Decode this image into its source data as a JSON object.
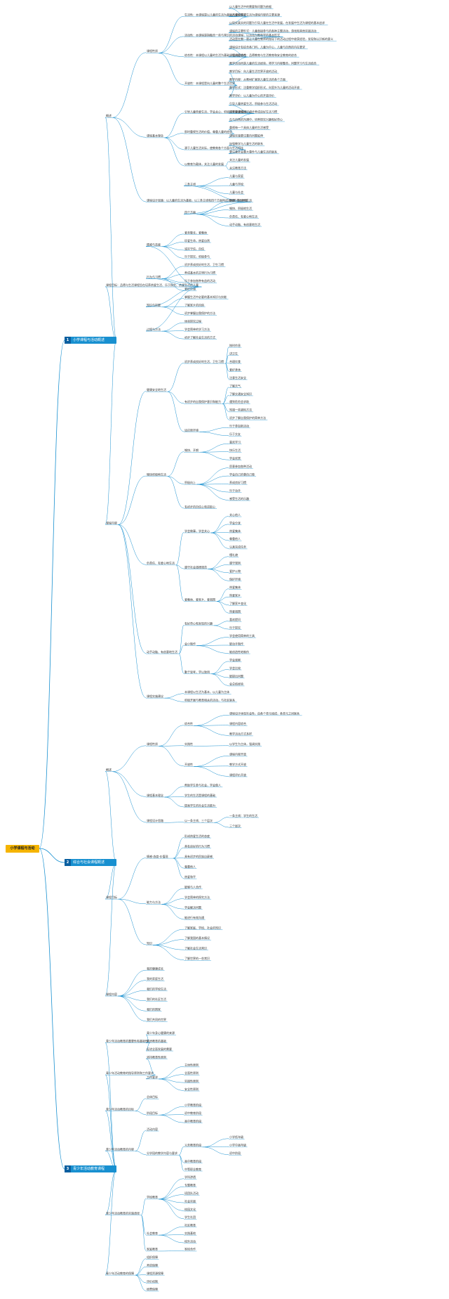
{
  "root": {
    "label": "小学课程与活动"
  },
  "branches": [
    {
      "num": "1",
      "label": "小学课程与活动概述"
    },
    {
      "num": "2",
      "label": "综合与社会课程概述"
    },
    {
      "num": "3",
      "label": "青少年活动教育课程"
    }
  ],
  "colors": {
    "root": "#f5b400",
    "branch": "#1890d0",
    "line": "#1890d0",
    "text": "#333333"
  },
  "nodes": {
    "b1": [
      [
        "概述",
        [
          [
            "课程性质",
            [
              [
                "生活性：本课程是以儿童的生活为基础的课程要求",
                [
                  [
                    "以儿童生活中的需要和问题为依据",
                    []
                  ],
                  [
                    "以儿童的现实生活为课程内容的主要来源",
                    []
                  ],
                  [
                    "以现实真实的问题为引导儿童在生活中发展，在发展中生活为课程的基本追求",
                    []
                  ]
                ]
              ],
              [
                "活动性：本课程是指融合一些与常识的活动课程，以活动为教和学的基本形式",
                [
                  [
                    "课程的主要形式：儿童直接参与的各种主题活动，游戏和其他实践活动",
                    []
                  ],
                  [
                    "活动是在教：是让儿童在教师的指导下的活动过程中收获经验，发现和认识新的意义",
                    []
                  ]
                ]
              ],
              [
                "综合性：本课程以儿童的生活为基础，强调综合性",
                [
                  [
                    "课程设计有综合各门科，儿童为中心，儿童与自然的内在要求",
                    []
                  ],
                  [
                    "课程内容综合：品德教育与生活教育和安全教育的综合",
                    []
                  ],
                  [
                    "教学活动所是儿童的生活经验，将学习内容整合，问题学习与生活结合",
                    []
                  ]
                ]
              ],
              [
                "开放性：本课程是向儿童的整个生活世界",
                [
                  [
                    "教学目标：向儿童生活世界开放的活动",
                    []
                  ],
                  [
                    "教学内容：从教材扩展到儿童生活的各个方面",
                    []
                  ],
                  [
                    "教学形式：注重教学组织形式，向室外为儿童的活动开放",
                    []
                  ],
                  [
                    "教学评价：以儿童为中心的开放评价",
                    []
                  ]
                ]
              ]
            ]
          ],
          [
            "课程基本理念",
            [
              [
                "引导儿童热爱生活，学会关心，积极探究是课程的核心",
                [
                  [
                    "引导儿童热爱生活，积极参与生活活动",
                    []
                  ],
                  [
                    "培养健康情绪，初步养成良好生活习惯",
                    []
                  ],
                  [
                    "在与自然的沟通中，培养探究兴趣和好奇心",
                    []
                  ]
                ]
              ],
              [
                "即时重视生活的价值，尊重儿童的经验",
                [
                  [
                    "重视每一个具体儿童的生活感受",
                    []
                  ],
                  [
                    "课程实施要注重向问题延伸",
                    []
                  ]
                ]
              ],
              [
                "源于儿童生活实际，使教育各个方面与生活相连",
                [
                  [
                    "加强教学与儿童生活的联系",
                    []
                  ],
                  [
                    "要注意社会重大事件与儿童生活的联系",
                    []
                  ]
                ]
              ],
              [
                "以教育为载体，关注儿童的发展",
                [
                  [
                    "关注儿童的发展",
                    []
                  ],
                  [
                    "关注教育方法",
                    []
                  ]
                ]
              ]
            ]
          ],
          [
            "课程设计思路：以儿童的生活为基础，以三条主线和四个方面构成课程的基本框架",
            [
              [
                "三条主线",
                [
                  [
                    "儿童与家庭",
                    []
                  ],
                  [
                    "儿童与学校",
                    []
                  ],
                  [
                    "儿童与社会",
                    []
                  ]
                ]
              ],
              [
                "四个方面",
                [
                  [
                    "健康、安全地生活",
                    []
                  ],
                  [
                    "愉快、积极地生活",
                    []
                  ],
                  [
                    "负责任、有爱心地生活",
                    []
                  ],
                  [
                    "动手动脑、有创意地生活",
                    []
                  ]
                ]
              ]
            ]
          ]
        ]
      ],
      [
        "课程目标：品德与生活课程旨在培养热爱生活、乐于探究、热爱生活的儿童",
        [
          [
            "情感与态度",
            [
              [
                "爱亲敬长，爱集体",
                []
              ],
              [
                "珍爱生命，热爱自然",
                []
              ],
              [
                "诚实守信，自信",
                []
              ],
              [
                "乐于探究，积极参与",
                []
              ]
            ]
          ],
          [
            "行为与习惯",
            [
              [
                "初步养成良好的生活、卫生习惯",
                []
              ],
              [
                "养成基本的文明行为习惯",
                []
              ],
              [
                "乐于参加各种有益的活动",
                []
              ],
              [
                "爱护环境",
                []
              ]
            ]
          ],
          [
            "知识与技能",
            [
              [
                "掌握生活中必要的基本知识与技能",
                []
              ],
              [
                "了解家乡的风俗",
                []
              ],
              [
                "初步掌握自我保护的方法",
                []
              ]
            ]
          ],
          [
            "过程与方法",
            [
              [
                "体验探究过程",
                []
              ],
              [
                "学会简单的学习方法",
                []
              ],
              [
                "初步了解社会生活的方式",
                []
              ]
            ]
          ]
        ]
      ],
      [
        "课程内容",
        [
          [
            "健康安全地生活",
            [
              [
                "初步养成良好的生活、卫生习惯",
                [
                  [
                    "按时作息",
                    []
                  ],
                  [
                    "讲卫生",
                    []
                  ],
                  [
                    "合理饮食",
                    []
                  ],
                  [
                    "爱护身体",
                    []
                  ],
                  [
                    "注意生活安全",
                    []
                  ]
                ]
              ],
              [
                "有初步的自我保护意识和能力",
                [
                  [
                    "了解天气",
                    []
                  ],
                  [
                    "了解交通安全知识",
                    []
                  ],
                  [
                    "遇到危险会求助",
                    []
                  ],
                  [
                    "知道一些避险方法",
                    []
                  ],
                  [
                    "初步了解自我保护的简单方法",
                    []
                  ]
                ]
              ],
              [
                "适应新环境",
                [
                  [
                    "乐于参加新活动",
                    []
                  ],
                  [
                    "乐于交友",
                    []
                  ]
                ]
              ]
            ]
          ],
          [
            "愉快积极地生活",
            [
              [
                "愉快、开朗",
                [
                  [
                    "喜欢学习",
                    []
                  ],
                  [
                    "快乐生活",
                    []
                  ],
                  [
                    "学会欣赏",
                    []
                  ]
                ]
              ],
              [
                "积极向上",
                [
                  [
                    "愿意参加各种活动",
                    []
                  ],
                  [
                    "学会自己的事自己做",
                    []
                  ],
                  [
                    "养成良好习惯",
                    []
                  ],
                  [
                    "乐于动手",
                    []
                  ],
                  [
                    "感受生活的乐趣",
                    []
                  ]
                ]
              ],
              [
                "有初步的自信心和进取心",
                []
              ]
            ]
          ],
          [
            "负责任、有爱心地生活",
            [
              [
                "学会做事，学会关心",
                [
                  [
                    "关心他人",
                    []
                  ],
                  [
                    "学会分享",
                    []
                  ],
                  [
                    "热爱集体",
                    []
                  ],
                  [
                    "尊重他人",
                    []
                  ],
                  [
                    "认真完成任务",
                    []
                  ]
                ]
              ],
              [
                "遵守社会道德规范",
                [
                  [
                    "懂礼貌",
                    []
                  ],
                  [
                    "遵守规则",
                    []
                  ],
                  [
                    "爱护公物",
                    []
                  ],
                  [
                    "保护环境",
                    []
                  ]
                ]
              ],
              [
                "爱集体、爱家乡、爱祖国",
                [
                  [
                    "热爱集体",
                    []
                  ],
                  [
                    "热爱家乡",
                    []
                  ],
                  [
                    "了解家乡变化",
                    []
                  ],
                  [
                    "热爱祖国",
                    []
                  ]
                ]
              ]
            ]
          ],
          [
            "动手动脑、有创意地生活",
            [
              [
                "有好奇心和发现的兴趣",
                [
                  [
                    "喜欢提问",
                    []
                  ],
                  [
                    "乐于探究",
                    []
                  ]
                ]
              ],
              [
                "会小制作",
                [
                  [
                    "学会使用简单的工具",
                    []
                  ],
                  [
                    "能动手制作",
                    []
                  ],
                  [
                    "能创造性地制作",
                    []
                  ]
                ]
              ],
              [
                "勤于思考，学以致用",
                [
                  [
                    "学会观察",
                    []
                  ],
                  [
                    "学会比较",
                    []
                  ],
                  [
                    "能提出问题",
                    []
                  ],
                  [
                    "会总结经验",
                    []
                  ]
                ]
              ]
            ]
          ],
          [
            "课程实施建议",
            [
              [
                "本课程以生活为基本，以儿童为主体",
                []
              ],
              [
                "积极开展与教育相关的活动，与社区联系",
                []
              ]
            ]
          ]
        ]
      ]
    ],
    "b2": [
      [
        "概述",
        [
          [
            "课程性质",
            [
              [
                "综合性",
                [
                  [
                    "课程设计体现社会性，由各个单元组成，各单元之间联系",
                    []
                  ],
                  [
                    "课程内容综合",
                    []
                  ],
                  [
                    "教学活动方式多样",
                    []
                  ]
                ]
              ],
              [
                "实践性",
                [
                  [
                    "以学生为主体，强调实践",
                    []
                  ]
                ]
              ],
              [
                "开放性",
                [
                  [
                    "课程内容开放",
                    []
                  ],
                  [
                    "教学方式开放",
                    []
                  ],
                  [
                    "课程评价开放",
                    []
                  ]
                ]
              ]
            ]
          ],
          [
            "课程基本理念",
            [
              [
                "帮助学生参与社会，学会做人",
                []
              ],
              [
                "学生的生活是课程的基础",
                []
              ],
              [
                "提高学生的社会生活能力",
                []
              ]
            ]
          ],
          [
            "课程设计思路",
            [
              [
                "以一条主线、三个层次",
                [
                  [
                    "一条主线：学生的生活",
                    []
                  ],
                  [
                    "三个层次",
                    []
                  ]
                ]
              ]
            ]
          ]
        ]
      ],
      [
        "课程目标",
        [
          [
            "情感·态度·价值观",
            [
              [
                "形成热爱生活的态度",
                []
              ],
              [
                "具有良好的行为习惯",
                []
              ],
              [
                "具有初步的民族自豪感",
                []
              ],
              [
                "尊重他人",
                []
              ],
              [
                "热爱和平",
                []
              ]
            ]
          ],
          [
            "能力与方法",
            [
              [
                "能够与人合作",
                []
              ],
              [
                "学会简单的探究方法",
                []
              ],
              [
                "学会解决问题",
                []
              ],
              [
                "能进行有效沟通",
                []
              ]
            ]
          ],
          [
            "知识",
            [
              [
                "了解家庭、学校、社会的知识",
                []
              ],
              [
                "了解我国的基本情况",
                []
              ],
              [
                "了解社会生活常识",
                []
              ],
              [
                "了解世界的一些常识",
                []
              ]
            ]
          ]
        ]
      ],
      [
        "课程内容",
        [
          [
            "我的健康成长",
            []
          ],
          [
            "我的家庭生活",
            []
          ],
          [
            "我们的学校生活",
            []
          ],
          [
            "我们的社区生活",
            []
          ],
          [
            "我们的国家",
            []
          ],
          [
            "我们共同的世界",
            []
          ]
        ]
      ]
    ],
    "b3": [
      [
        "青少年活动教育的重要性和基础性",
        [
          [
            "青少年身心健康的来源",
            []
          ],
          [
            "素质教育的基础",
            []
          ],
          [
            "促进全面发展的需要",
            []
          ]
        ]
      ],
      [
        "青少年活动教育的指导原则和工作要求",
        [
          [
            "坚持教育性原则",
            []
          ],
          [
            "工作要求",
            [
              [
                "主体性原则",
                []
              ],
              [
                "全面性原则",
                []
              ],
              [
                "实践性原则",
                []
              ],
              [
                "安全性原则",
                []
              ]
            ]
          ]
        ]
      ],
      [
        "青少年活动教育的目标",
        [
          [
            "总体目标",
            []
          ],
          [
            "阶段目标",
            [
              [
                "小学教育阶段",
                []
              ],
              [
                "初中教育阶段",
                []
              ],
              [
                "高中教育阶段",
                []
              ]
            ]
          ]
        ]
      ],
      [
        "青少年活动教育的内容",
        [
          [
            "活动内容",
            []
          ],
          [
            "分学段的教学内容与要求",
            [
              [
                "义务教育阶段",
                [
                  [
                    "小学低年级",
                    []
                  ],
                  [
                    "小学中高年级",
                    []
                  ],
                  [
                    "初中阶段",
                    []
                  ]
                ]
              ],
              [
                "高中教育阶段",
                []
              ],
              [
                "中等职业教育",
                []
              ]
            ]
          ]
        ]
      ],
      [
        "青少年活动教育的实施途径",
        [
          [
            "学校教育",
            [
              [
                "学科渗透",
                []
              ],
              [
                "专题教育",
                []
              ],
              [
                "班团队活动",
                []
              ],
              [
                "社会实践",
                []
              ],
              [
                "校园文化",
                []
              ],
              [
                "学生社团",
                []
              ]
            ]
          ],
          [
            "社会教育",
            [
              [
                "社区教育",
                []
              ],
              [
                "实践基地",
                []
              ],
              [
                "校外活动",
                []
              ]
            ]
          ],
          [
            "家庭教育",
            [
              [
                "家校合作",
                []
              ]
            ]
          ]
        ]
      ],
      [
        "青少年活动教育的保障",
        [
          [
            "组织保障",
            []
          ],
          [
            "师资保障",
            []
          ],
          [
            "课程资源保障",
            []
          ],
          [
            "评价机制",
            []
          ],
          [
            "经费保障",
            []
          ]
        ]
      ]
    ]
  }
}
